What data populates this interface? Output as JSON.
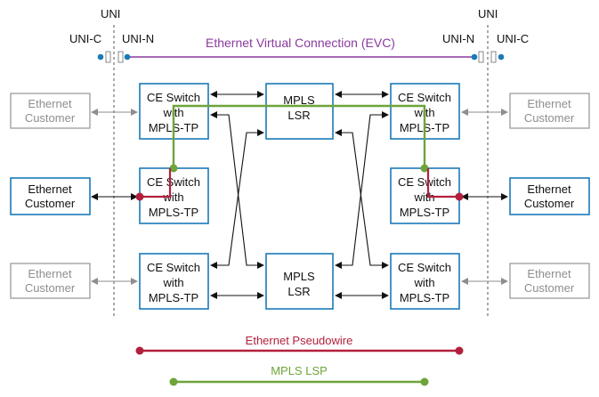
{
  "header": {
    "uni_left": "UNI",
    "uni_right": "UNI",
    "uni_c_left": "UNI-C",
    "uni_n_left": "UNI-N",
    "uni_n_right": "UNI-N",
    "uni_c_right": "UNI-C",
    "evc_label": "Ethernet Virtual Connection (EVC)"
  },
  "customers": {
    "left_top": [
      "Ethernet",
      "Customer"
    ],
    "left_mid": [
      "Ethernet",
      "Customer"
    ],
    "left_bot": [
      "Ethernet",
      "Customer"
    ],
    "right_top": [
      "Ethernet",
      "Customer"
    ],
    "right_mid": [
      "Ethernet",
      "Customer"
    ],
    "right_bot": [
      "Ethernet",
      "Customer"
    ]
  },
  "switches": {
    "left_top": [
      "CE Switch",
      "with",
      "MPLS-TP"
    ],
    "left_mid": [
      "CE Switch",
      "with",
      "MPLS-TP"
    ],
    "left_bot": [
      "CE Switch",
      "with",
      "MPLS-TP"
    ],
    "right_top": [
      "CE Switch",
      "with",
      "MPLS-TP"
    ],
    "right_mid": [
      "CE Switch",
      "with",
      "MPLS-TP"
    ],
    "right_bot": [
      "CE Switch",
      "with",
      "MPLS-TP"
    ]
  },
  "lsr": {
    "top": [
      "MPLS",
      "LSR"
    ],
    "bottom": [
      "MPLS",
      "LSR"
    ]
  },
  "legend": {
    "pseudowire_label": "Ethernet Pseudowire",
    "lsp_label": "MPLS LSP"
  },
  "colors": {
    "box_border": "#1a7ab8",
    "dim_border": "#9c9c9c",
    "evc": "#8a3a9e",
    "pseudowire": "#b3203c",
    "lsp": "#6ea43a",
    "uni_dot": "#1a7ab8"
  }
}
